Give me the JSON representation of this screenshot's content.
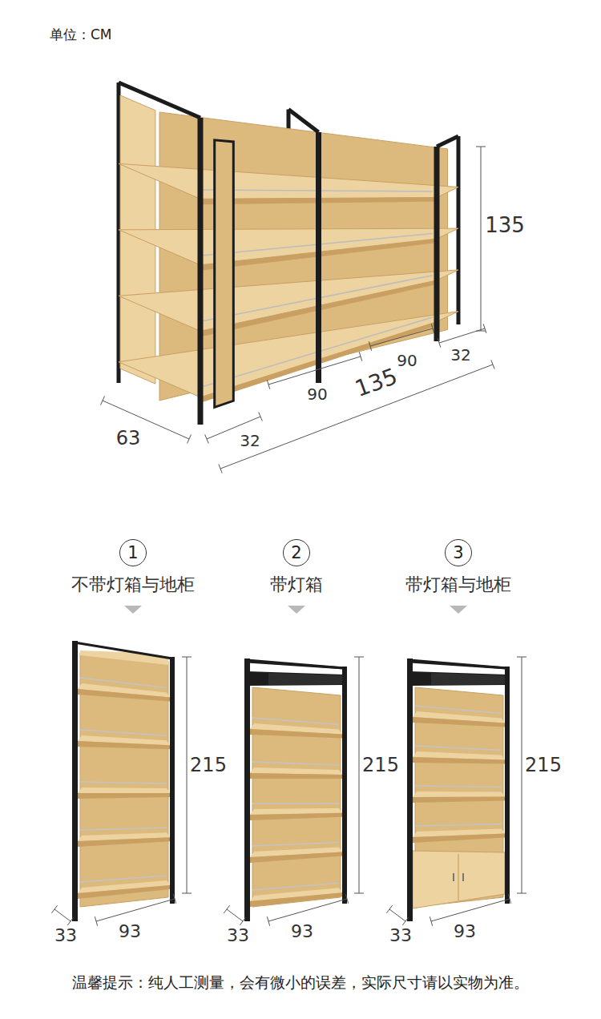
{
  "diagram": {
    "nodes": [
      {
        "text": [
          "1",
          "不带灯箱与地柜"
        ]
      },
      {
        "text": [
          "2",
          "带灯箱"
        ]
      },
      {
        "text": [
          "3",
          "带灯箱与地柜"
        ]
      }
    ],
    "labels": [
      "单位：CM",
      "135",
      "135",
      "63",
      "32",
      "90",
      "90",
      "32",
      "215",
      "33",
      "93",
      "215",
      "33",
      "93",
      "215",
      "33",
      "93",
      "温馨提示：纯人工测量，会有微小的误差，实际尺寸请以实物为准。"
    ]
  }
}
